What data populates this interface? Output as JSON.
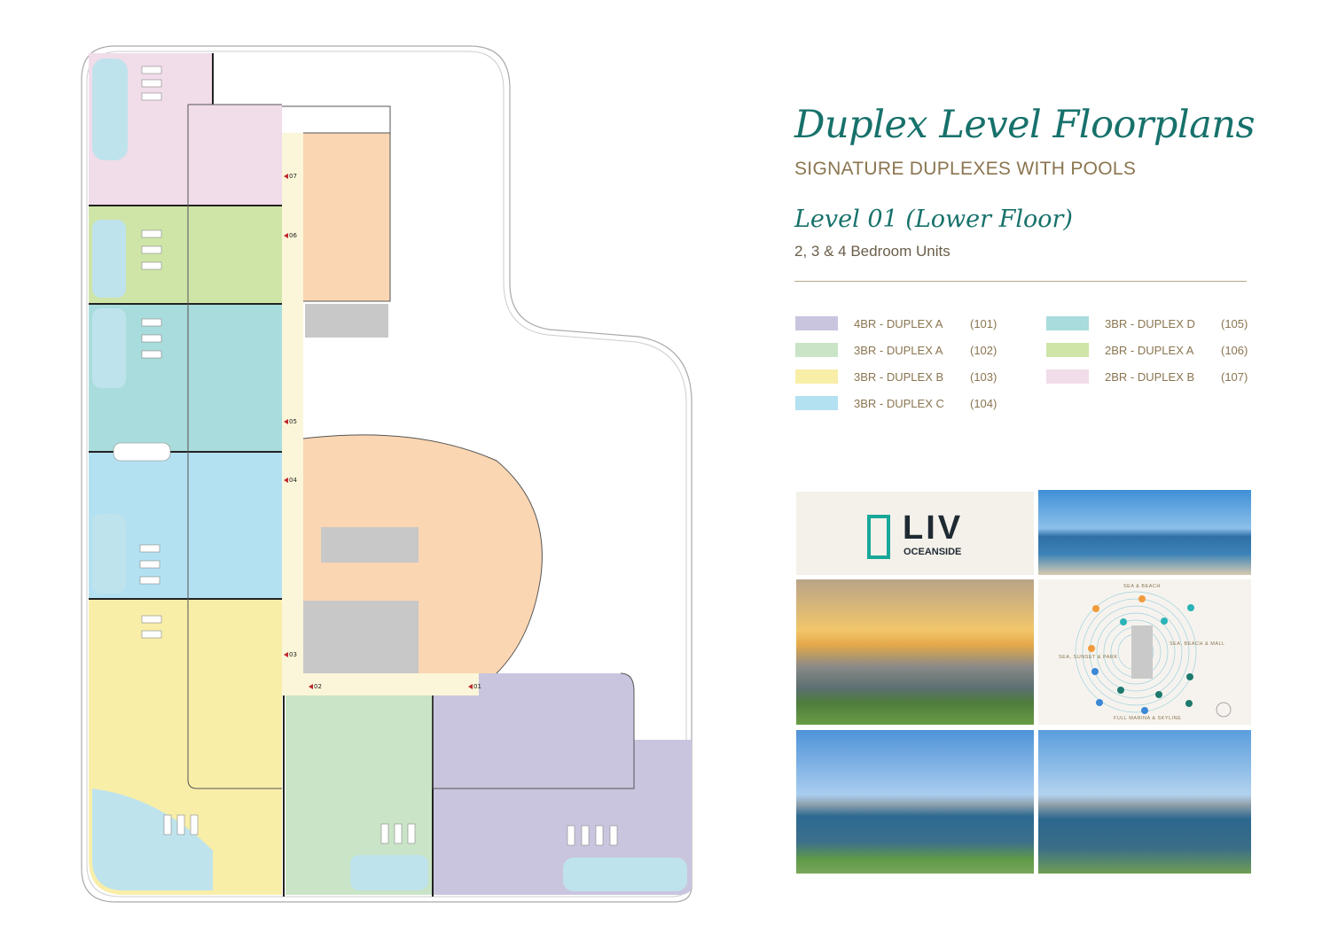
{
  "header": {
    "title": "Duplex Level Floorplans",
    "subtitle": "SIGNATURE DUPLEXES WITH POOLS",
    "level": "Level 01 (Lower Floor)",
    "units": "2, 3 & 4 Bedroom Units"
  },
  "legend": [
    {
      "name": "4BR - DUPLEX A",
      "code": "(101)",
      "color": "#c9c5df"
    },
    {
      "name": "3BR - DUPLEX A",
      "code": "(102)",
      "color": "#c9e4c6"
    },
    {
      "name": "3BR - DUPLEX B",
      "code": "(103)",
      "color": "#f8eea8"
    },
    {
      "name": "3BR - DUPLEX C",
      "code": "(104)",
      "color": "#b3e1f2"
    },
    {
      "name": "3BR - DUPLEX D",
      "code": "(105)",
      "color": "#a9dcdc"
    },
    {
      "name": "2BR - DUPLEX A",
      "code": "(106)",
      "color": "#cfe5a8"
    },
    {
      "name": "2BR - DUPLEX B",
      "code": "(107)",
      "color": "#f1dcea"
    }
  ],
  "plan_labels": [
    "07",
    "06",
    "05",
    "04",
    "03",
    "02",
    "01"
  ],
  "colors": {
    "corridor": "#fbf6d9",
    "amenity": "#fbd6b2",
    "core": "#c8c8c8",
    "pool": "#bfe3ec"
  },
  "logo": {
    "brand": "LIV",
    "tagline": "OCEANSIDE"
  },
  "view_map": {
    "top": "SEA & BEACH",
    "right": "SEA, BEACH & MALL",
    "left": "SEA, SUNSET & PARK",
    "bottom": "FULL MARINA & SKYLINE"
  }
}
